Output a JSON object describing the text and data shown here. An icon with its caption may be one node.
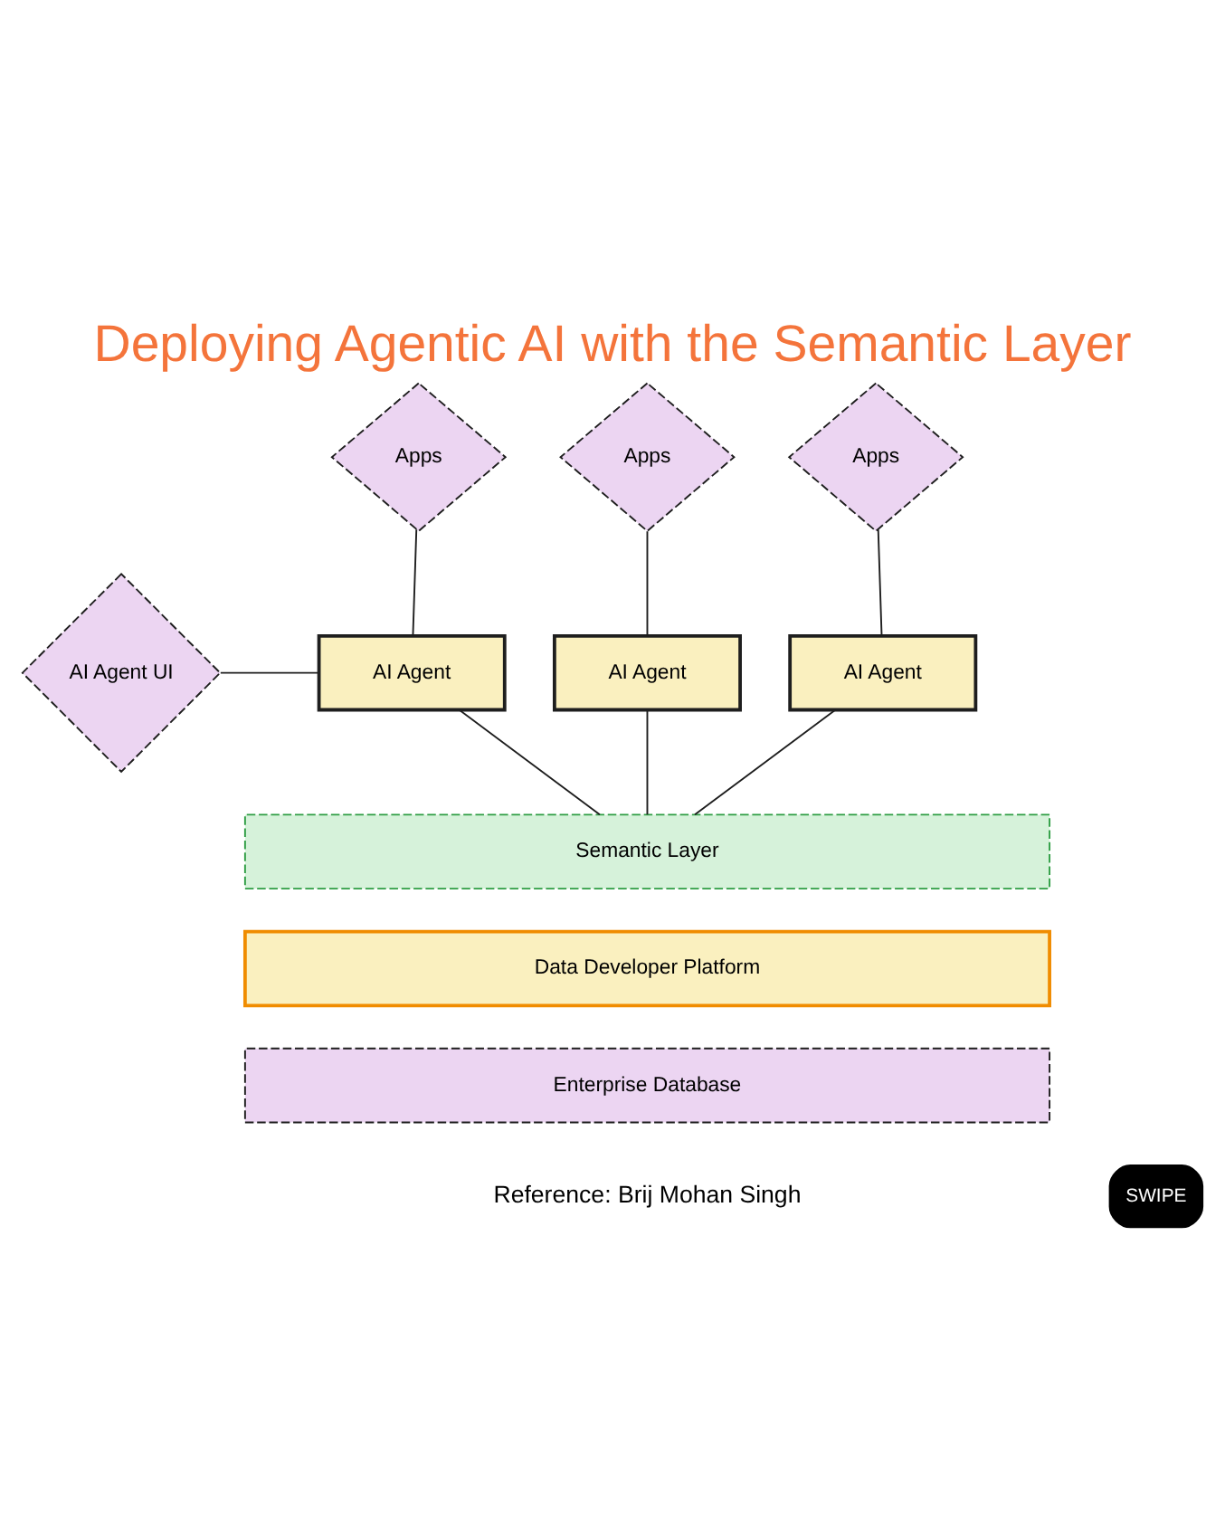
{
  "diagram": {
    "title": "Deploying Agentic AI with the Semantic Layer",
    "nodes": [
      {
        "text": [
          "AI Agent UI"
        ]
      },
      {
        "text": [
          "Apps"
        ]
      },
      {
        "text": [
          "Apps"
        ]
      },
      {
        "text": [
          "Apps"
        ]
      },
      {
        "text": [
          "AI Agent"
        ]
      },
      {
        "text": [
          "AI Agent"
        ]
      },
      {
        "text": [
          "AI Agent"
        ]
      },
      {
        "text": [
          "Semantic Layer"
        ]
      },
      {
        "text": [
          "Data Developer Platform"
        ]
      },
      {
        "text": [
          "Enterprise Database"
        ]
      }
    ],
    "edges": [
      {
        "from": 1,
        "to": 4,
        "arrow": "none"
      },
      {
        "from": 2,
        "to": 5,
        "arrow": "none"
      },
      {
        "from": 3,
        "to": 6,
        "arrow": "none"
      },
      {
        "from": 0,
        "to": 4,
        "arrow": "none"
      },
      {
        "from": 4,
        "to": 7,
        "arrow": "none"
      },
      {
        "from": 5,
        "to": 7,
        "arrow": "none"
      },
      {
        "from": 6,
        "to": 7,
        "arrow": "none"
      }
    ],
    "labels": [
      "Reference: Brij Mohan Singh",
      "SWIPE"
    ]
  }
}
